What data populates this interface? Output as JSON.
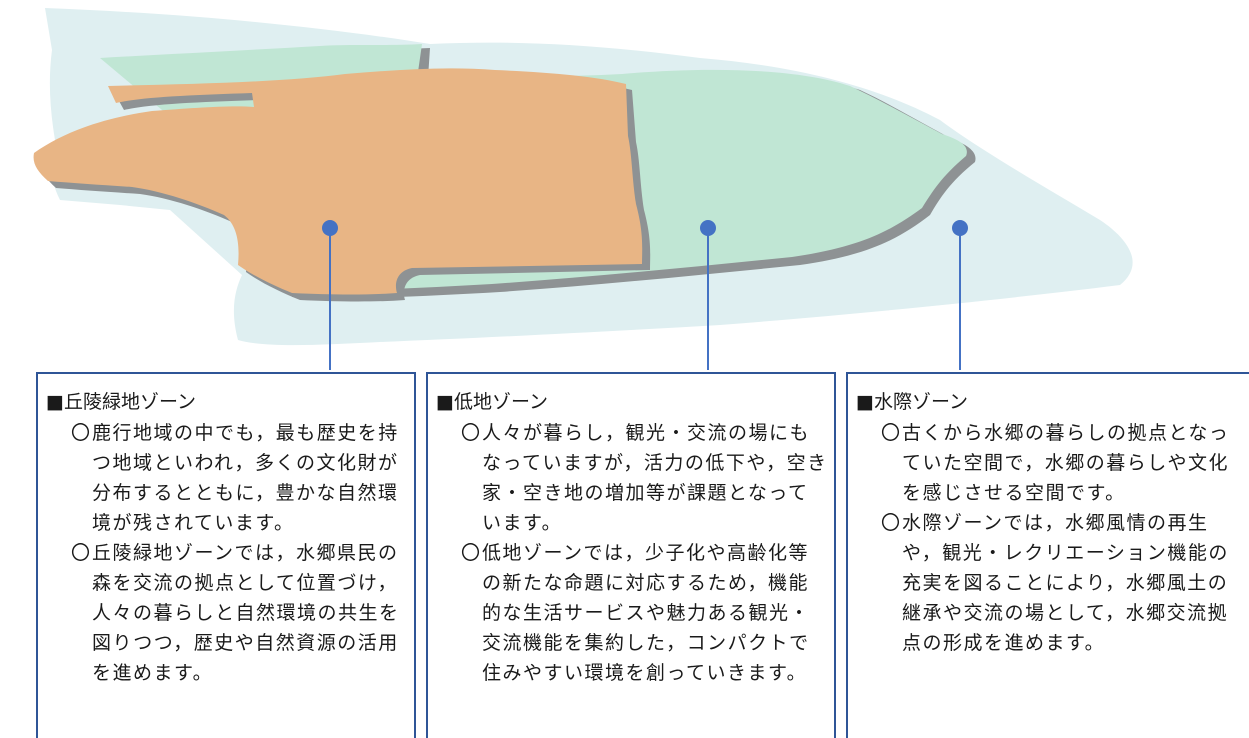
{
  "colors": {
    "water": "#dfeff1",
    "lowland": "#c0e6d4",
    "hill": "#e8b585",
    "shadow": "#8e9294",
    "accent": "#4472c4",
    "box_border": "#2f5597"
  },
  "zones": [
    {
      "title": "■丘陵緑地ゾーン",
      "items": [
        "鹿行地域の中でも，最も歴史を持つ地域といわれ，多くの文化財が分布するとともに，豊かな自然環境が残されています。",
        "丘陵緑地ゾーンでは，水郷県民の森を交流の拠点として位置づけ，人々の暮らしと自然環境の共生を図りつつ，歴史や自然資源の活用を進めます。"
      ]
    },
    {
      "title": "■低地ゾーン",
      "items": [
        "人々が暮らし，観光・交流の場にもなっていますが，活力の低下や，空き家・空き地の増加等が課題となっています。",
        "低地ゾーンでは，少子化や高齢化等の新たな命題に対応するため，機能的な生活サービスや魅力ある観光・交流機能を集約した，コンパクトで住みやすい環境を創っていきます。"
      ]
    },
    {
      "title": "■水際ゾーン",
      "items": [
        "古くから水郷の暮らしの拠点となっていた空間で，水郷の暮らしや文化を感じさせる空間です。",
        "水際ゾーンでは，水郷風情の再生や，観光・レクリエーション機能の充実を図ることにより，水郷風土の継承や交流の場として，水郷交流拠点の形成を進めます。"
      ]
    }
  ]
}
